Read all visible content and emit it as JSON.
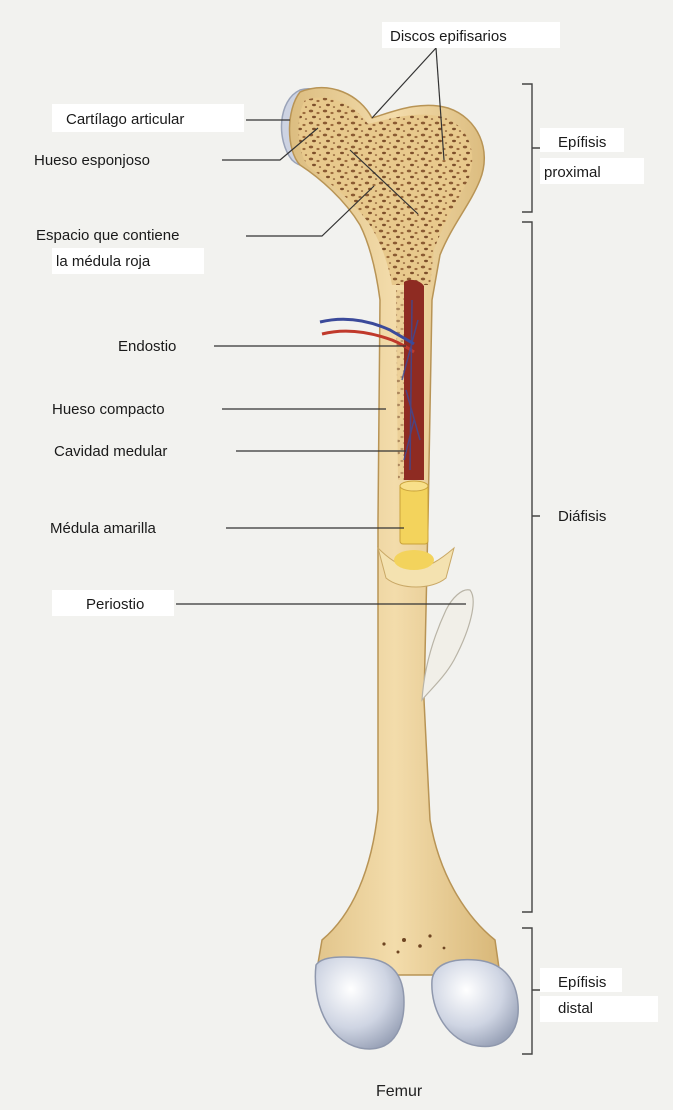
{
  "diagram": {
    "labels": {
      "discos_epifisarios": "Discos epifisarios",
      "cartilago_articular": "Cartílago articular",
      "hueso_esponjoso": "Hueso esponjoso",
      "espacio_medula_roja_1": "Espacio que contiene",
      "espacio_medula_roja_2": "la médula roja",
      "endostio": "Endostio",
      "hueso_compacto": "Hueso compacto",
      "cavidad_medular": "Cavidad medular",
      "medula_amarilla": "Médula amarilla",
      "periostio": "Periostio",
      "epifisis_proximal_1": "Epífisis",
      "epifisis_proximal_2": "proximal",
      "diafisis": "Diáfisis",
      "epifisis_distal_1": "Epífisis",
      "epifisis_distal_2": "distal"
    },
    "caption": "Femur",
    "colors": {
      "bone": "#efd7a1",
      "bone_edge": "#c9a866",
      "spongy": "#8a5a32",
      "cartilage": "#d9dde8",
      "marrow_red": "#8e2b22",
      "marrow_yellow": "#f3d35c",
      "vein": "#3b4a9a",
      "artery": "#c0392b"
    }
  }
}
